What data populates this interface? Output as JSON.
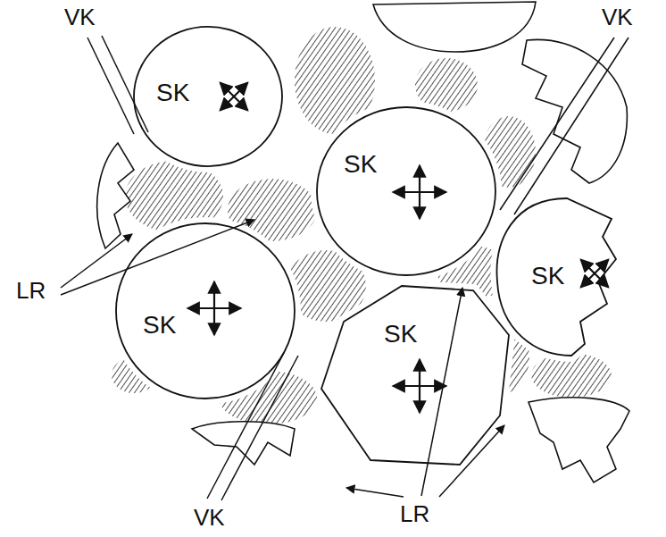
{
  "diagram": {
    "nodes": [
      {
        "text": [
          "SK"
        ]
      },
      {
        "text": [
          "SK"
        ]
      },
      {
        "text": [
          "SK"
        ]
      },
      {
        "text": [
          "SK"
        ]
      },
      {
        "text": [
          "SK"
        ]
      }
    ],
    "labels": [
      "VK",
      "VK",
      "VK",
      "LR",
      "LR"
    ]
  }
}
